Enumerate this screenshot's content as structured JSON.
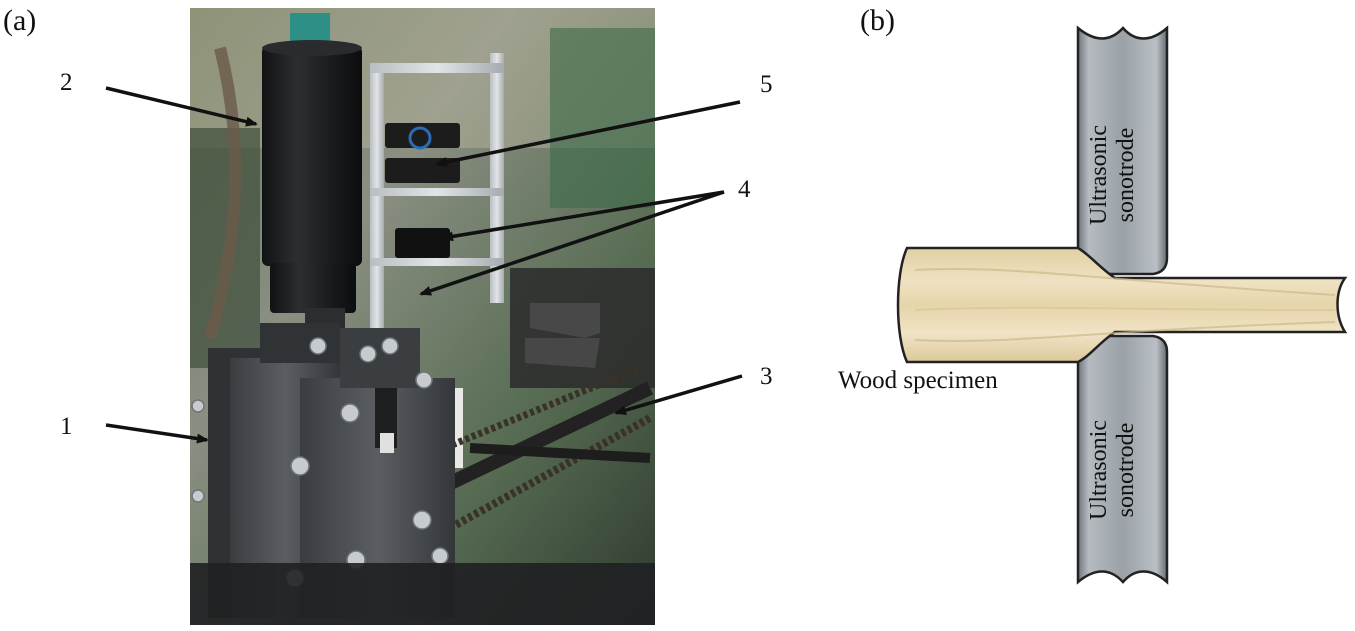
{
  "panel_a": {
    "label": "(a)",
    "callouts": [
      "1",
      "2",
      "3",
      "4",
      "5"
    ]
  },
  "panel_b": {
    "label": "(b)",
    "sonotrode_top": {
      "line1": "Ultrasonic",
      "line2": "sonotrode"
    },
    "sonotrode_bottom": {
      "line1": "Ultrasonic",
      "line2": "sonotrode"
    },
    "specimen_label": "Wood specimen"
  },
  "colors": {
    "wood": "#e8d8b0",
    "sonotrode": "#8e959c",
    "transducer": "#1e1f21",
    "frame_metal": "#4a4e52"
  }
}
